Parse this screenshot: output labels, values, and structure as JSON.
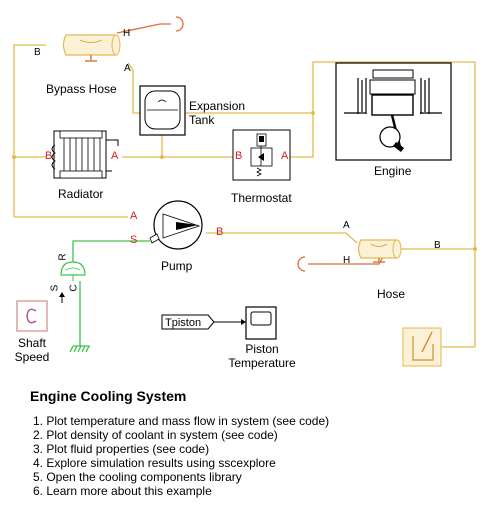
{
  "blocks": {
    "bypass_hose": "Bypass Hose",
    "expansion_tank": "Expansion\nTank",
    "radiator": "Radiator",
    "thermostat": "Thermostat",
    "engine": "Engine",
    "pump": "Pump",
    "hose": "Hose",
    "shaft_speed": "Shaft\nSpeed",
    "piston_temperature": "Piston\nTemperature",
    "tpiston_tag": "Tpiston"
  },
  "ports": {
    "bypass_b": "B",
    "bypass_h": "H",
    "bypass_a": "A",
    "radiator_b": "B",
    "radiator_a": "A",
    "thermostat_b": "B",
    "thermostat_a": "A",
    "pump_a": "A",
    "pump_s": "S",
    "pump_b": "B",
    "hose_a": "A",
    "hose_b": "B",
    "hose_h": "H",
    "sensor_r": "R",
    "sensor_c": "C",
    "sensor_s": "S"
  },
  "info": {
    "title": "Engine Cooling System",
    "items": [
      "1. Plot temperature and mass flow in system (see code)",
      "2. Plot density of coolant in system (see code)",
      "3. Plot fluid properties (see code)",
      "4. Explore simulation results using sscexplore",
      "5. Open the cooling components library",
      "6. Learn more about this example"
    ]
  },
  "colors": {
    "thermal_liquid_line": "#e3b94f",
    "thermal_line": "#e06a3a",
    "mechanical_line": "#3cc44a",
    "physical_signal_line": "#000000",
    "port_label_red": "#d42020",
    "scope_border": "#d38a8a"
  }
}
